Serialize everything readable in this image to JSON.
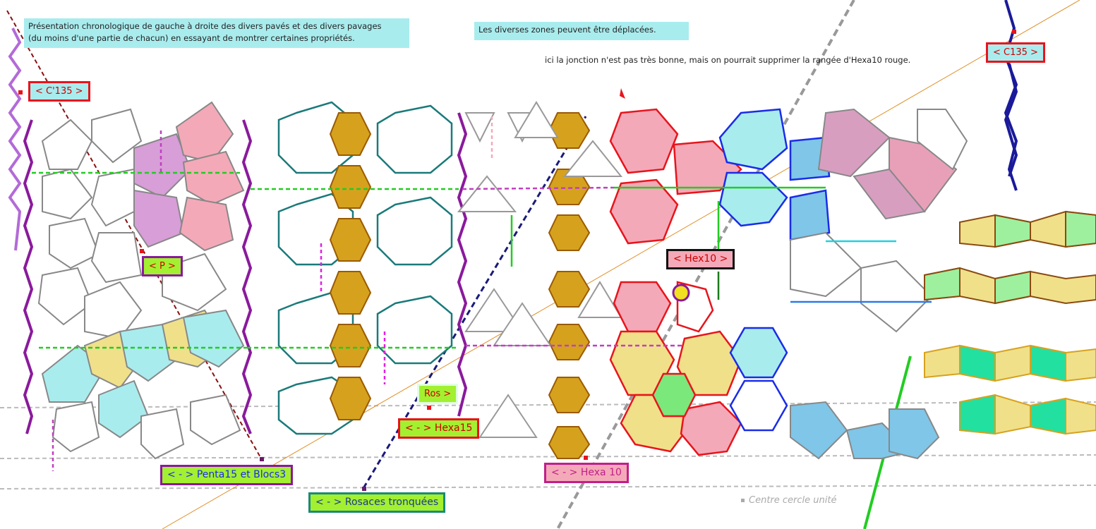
{
  "notes": {
    "intro_line1": "Présentation chronologique de gauche à droite des divers pavés et des divers pavages",
    "intro_line2": "(du moins d'une partie de chacun) en essayant de montrer certaines propriétés.",
    "zones": "Les diverses zones peuvent être déplacées.",
    "junction": "ici la jonction n'est pas très bonne, mais on pourrait supprimer la rangée d'Hexa10 rouge."
  },
  "tags": {
    "c135_left": "< C'135 >",
    "c135_right": "< C135 >",
    "p": "< P >",
    "hex10": "< Hex10 >",
    "ros": "Ros >",
    "hexa15": "< - > Hexa15",
    "penta15": "< - > Penta15 et Blocs3",
    "rosaces": "< - > Rosaces tronquées",
    "hexa10": "< - > Hexa 10"
  },
  "footer": {
    "centre": "Centre cercle unité"
  },
  "colors": {
    "violet": "#8a1a9c",
    "teal": "#1b7a7a",
    "gold": "#d6a21e",
    "pink": "#f4a9b8",
    "red": "#e8141c",
    "blue": "#1a2ce8",
    "lightblue": "#7fc6e8",
    "green": "#22cc22",
    "yellow": "#f0e08a",
    "cyan": "#a9ecee"
  }
}
